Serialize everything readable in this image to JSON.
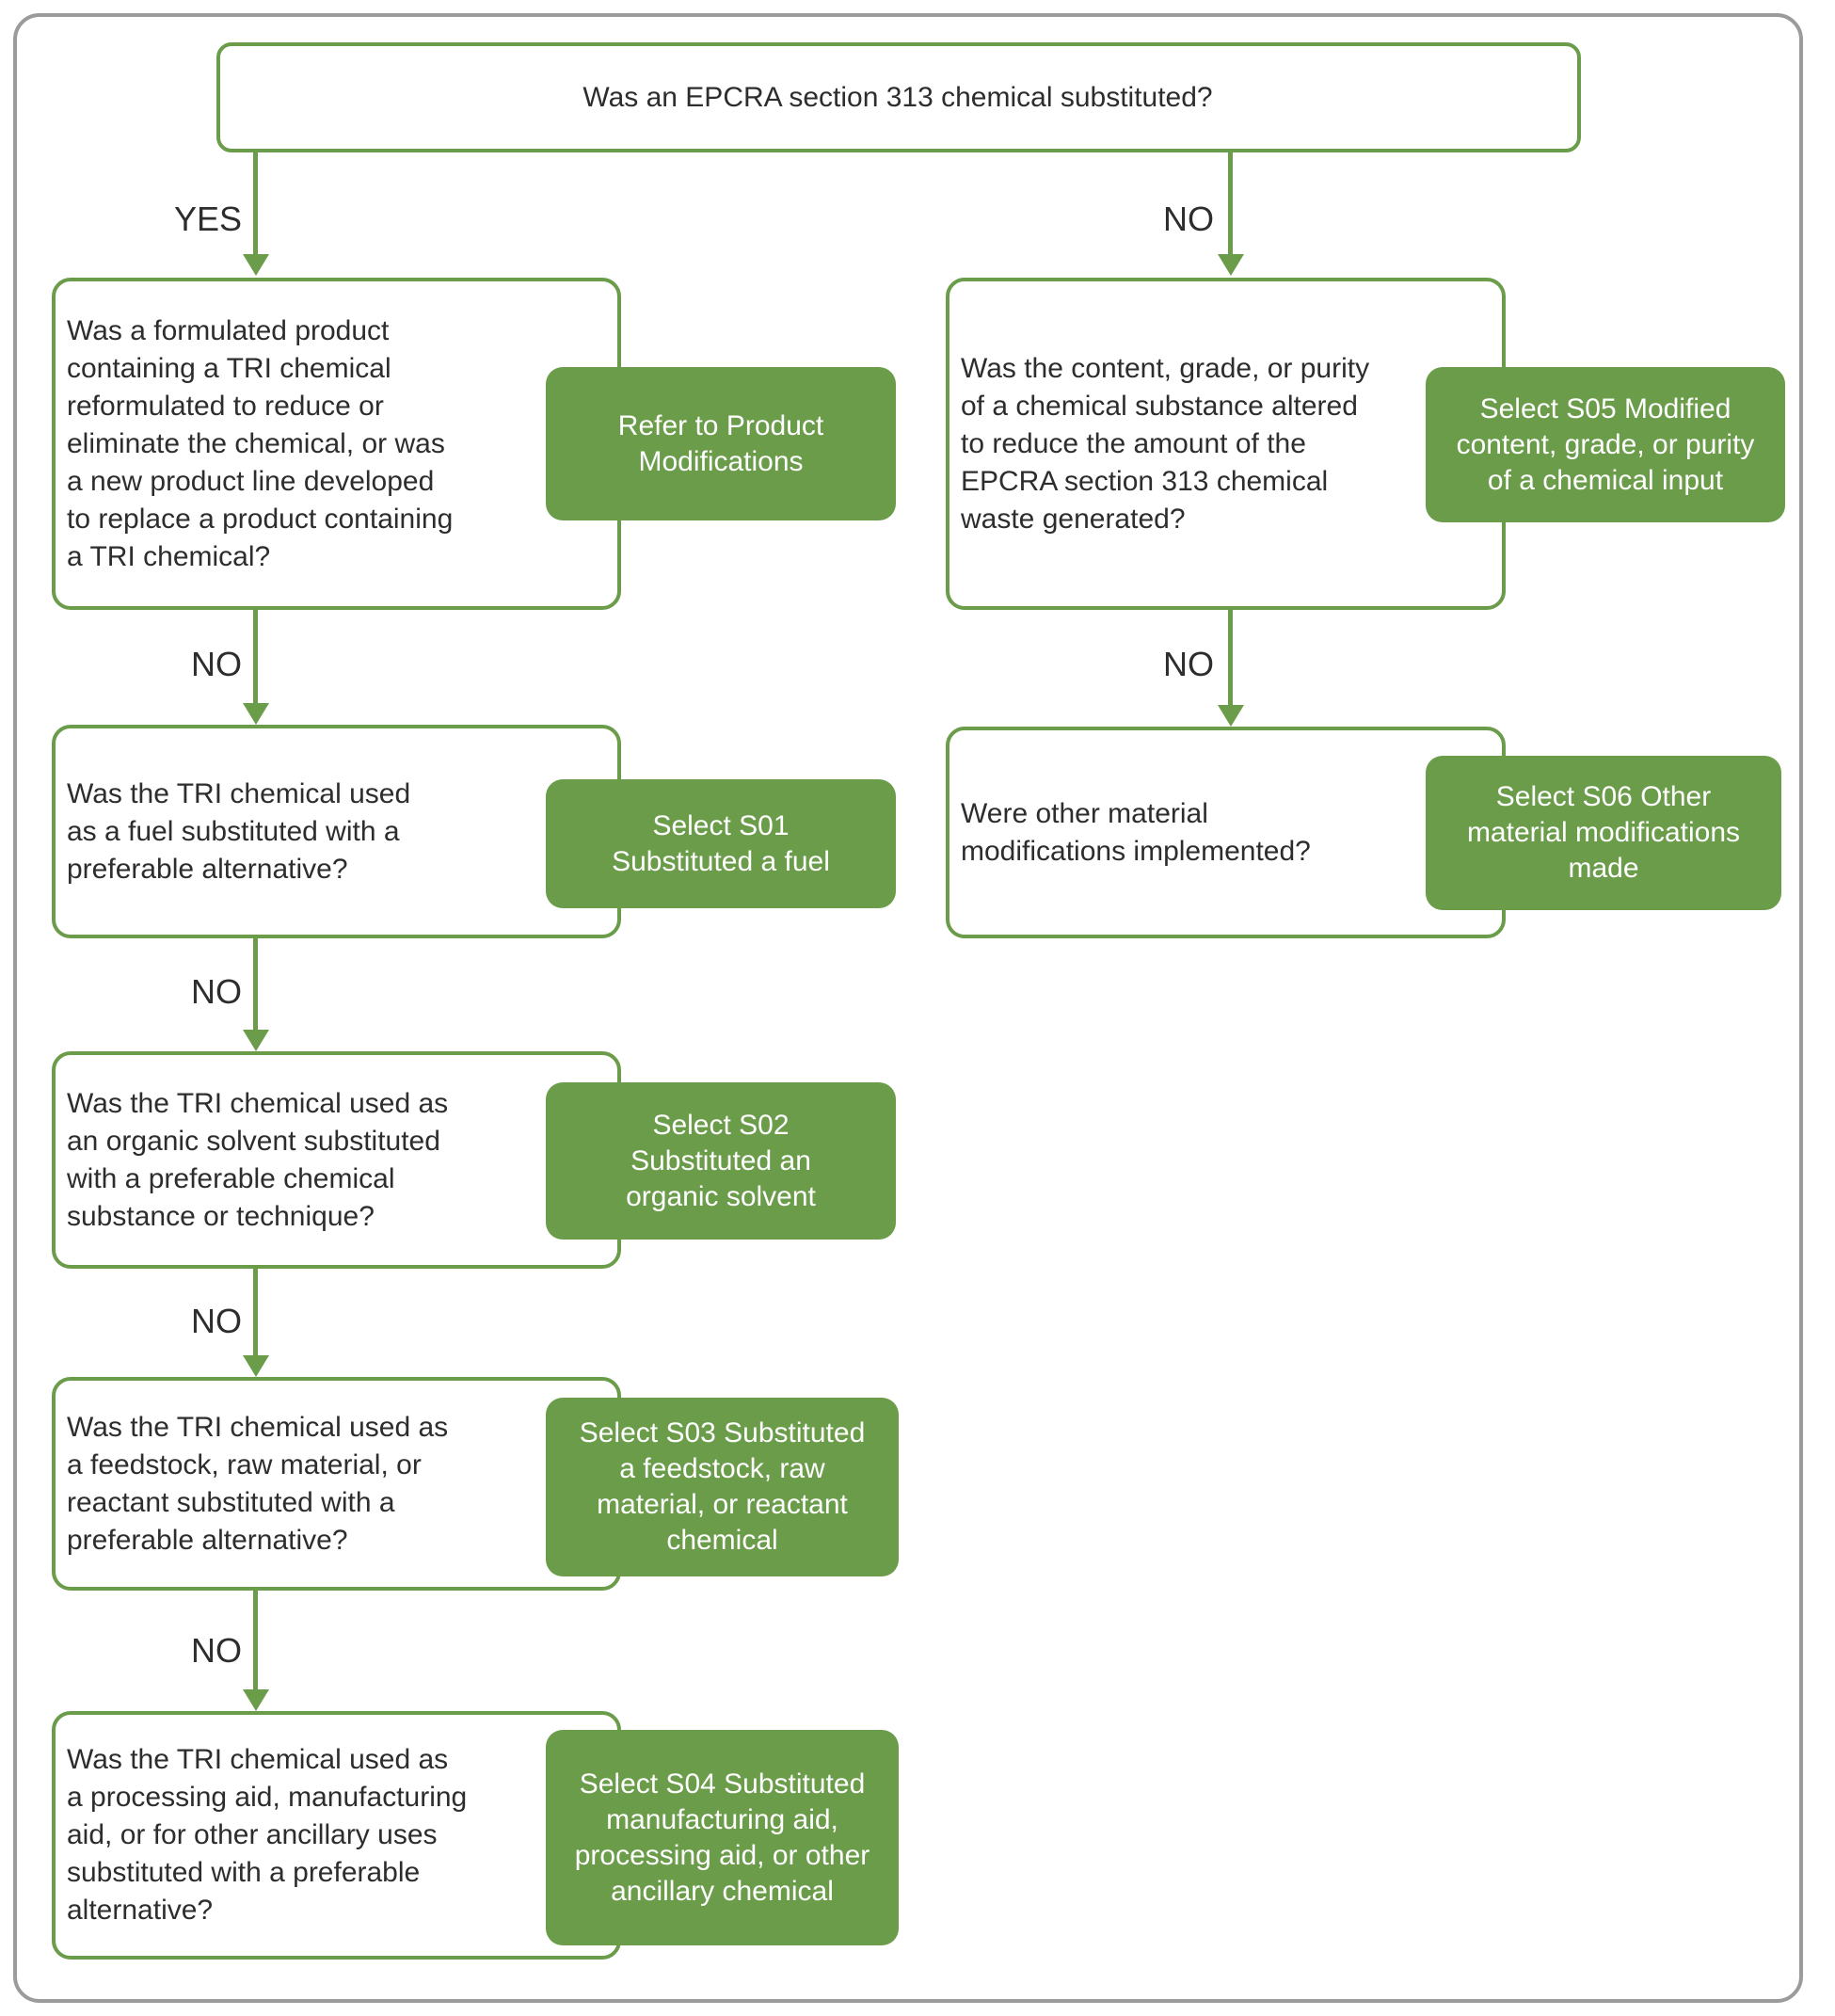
{
  "colors": {
    "accent_green": "#6a9c4a",
    "frame_gray": "#9b9b9b",
    "text_dark": "#2d2d2d",
    "answer_text_white": "#ffffff"
  },
  "flow": {
    "title": "Was an EPCRA section 313 chemical substituted?",
    "yes_label": "YES",
    "no_label": "NO",
    "left": {
      "branch_label": "YES",
      "steps": [
        {
          "q": "Was a formulated product\ncontaining a TRI chemical\nreformulated to reduce or\neliminate the chemical, or was\na new product line developed\nto replace a product containing\na TRI chemical?",
          "a": "Refer to Product\nModifications"
        },
        {
          "q": "Was the TRI chemical used\nas a fuel substituted with a\npreferable alternative?",
          "a": "Select S01\nSubstituted a fuel"
        },
        {
          "q": "Was the TRI chemical used as\nan organic solvent substituted\nwith a preferable chemical\nsubstance or technique?",
          "a": "Select S02\nSubstituted an\norganic solvent"
        },
        {
          "q": "Was the TRI chemical used as\na feedstock, raw material, or\nreactant substituted with a\npreferable alternative?",
          "a": "Select S03 Substituted\na feedstock, raw\nmaterial, or reactant\nchemical"
        },
        {
          "q": "Was the TRI chemical used as\na processing aid, manufacturing\naid, or for other ancillary uses\nsubstituted with a preferable\nalternative?",
          "a": "Select S04 Substituted\nmanufacturing aid,\nprocessing aid, or other\nancillary chemical"
        }
      ]
    },
    "right": {
      "branch_label": "NO",
      "steps": [
        {
          "q": "Was the content, grade, or purity\nof a chemical substance altered\nto reduce the amount of the\nEPCRA section 313 chemical\nwaste generated?",
          "a": "Select S05 Modified\ncontent, grade, or purity\nof a chemical input"
        },
        {
          "q": "Were other material\nmodifications implemented?",
          "a": "Select S06 Other\nmaterial modifications\nmade"
        }
      ]
    }
  }
}
